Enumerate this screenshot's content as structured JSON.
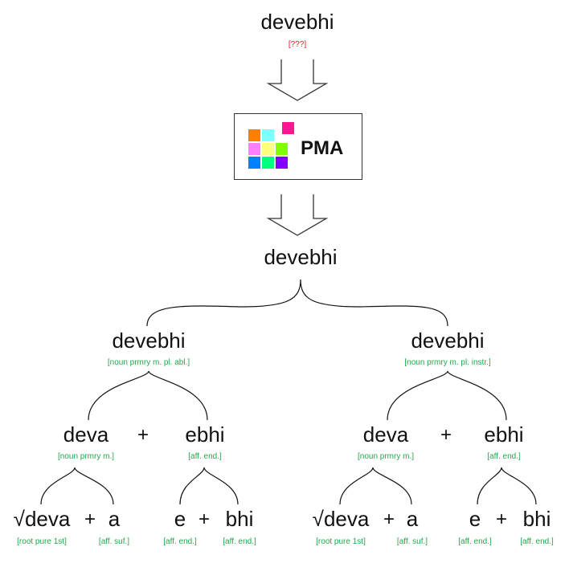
{
  "input": {
    "word": "devebhi",
    "tag": "[???]"
  },
  "analyzer": {
    "label": "PMA",
    "logo_colors": [
      "#ff8000",
      "#80ffff",
      "#ff1493",
      "#ff80ff",
      "#ffff80",
      "#80ff00",
      "#0080ff",
      "#00ff80",
      "#8000ff"
    ]
  },
  "output": {
    "word": "devebhi"
  },
  "analyses": [
    {
      "word": "devebhi",
      "tag": "[noun prmry m. pl. abl.]",
      "stem": {
        "word": "deva",
        "tag": "[noun prmry m.]",
        "root": {
          "word": "√deva",
          "tag": "[root pure 1st]"
        },
        "suffix": {
          "word": "a",
          "tag": "[aff. suf.]"
        }
      },
      "ending": {
        "word": "ebhi",
        "tag": "[aff. end.]",
        "part1": {
          "word": "e",
          "tag": "[aff. end.]"
        },
        "part2": {
          "word": "bhi",
          "tag": "[aff. end.]"
        }
      }
    },
    {
      "word": "devebhi",
      "tag": "[noun prmry m. pl. instr.]",
      "stem": {
        "word": "deva",
        "tag": "[noun prmry m.]",
        "root": {
          "word": "√deva",
          "tag": "[root pure 1st]"
        },
        "suffix": {
          "word": "a",
          "tag": "[aff. suf.]"
        }
      },
      "ending": {
        "word": "ebhi",
        "tag": "[aff. end.]",
        "part1": {
          "word": "e",
          "tag": "[aff. end.]"
        },
        "part2": {
          "word": "bhi",
          "tag": "[aff. end.]"
        }
      }
    }
  ],
  "plus_sign": "+"
}
